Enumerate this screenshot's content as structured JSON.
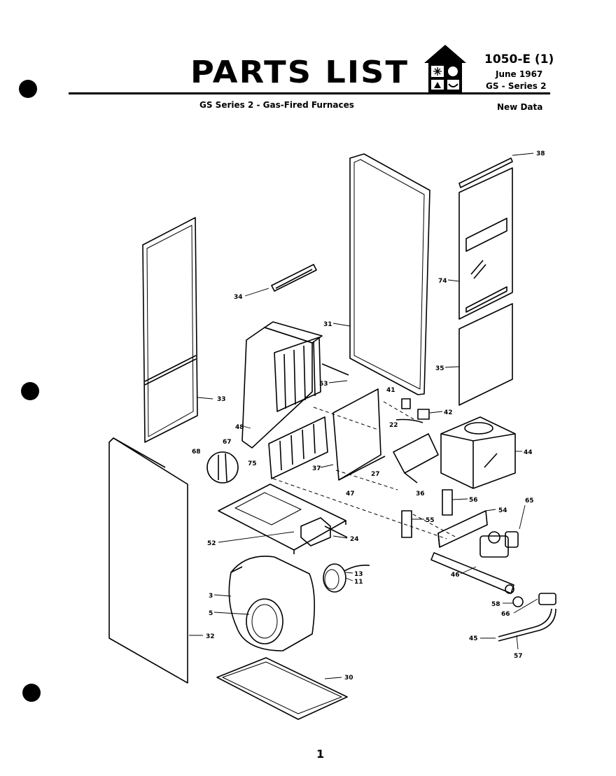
{
  "header": {
    "title": "PARTS LIST",
    "doc_number": "1050-E (1)",
    "date": "June 1967",
    "series": "GS - Series 2",
    "subtitle": "GS Series 2 - Gas-Fired Furnaces",
    "status": "New Data"
  },
  "page_number": "1",
  "callouts": {
    "c38": "38",
    "c34": "34",
    "c31": "31",
    "c74": "74",
    "c35": "35",
    "c33": "33",
    "c53": "53",
    "c41": "41",
    "c42": "42",
    "c22": "22",
    "c48": "48",
    "c68": "68",
    "c67": "67",
    "c75": "75",
    "c37": "37",
    "c47": "47",
    "c27": "27",
    "c36": "36",
    "c44": "44",
    "c56": "56",
    "c54": "54",
    "c65": "65",
    "c55": "55",
    "c52": "52",
    "c24": "24",
    "c46": "46",
    "c13": "13",
    "c11": "11",
    "c3": "3",
    "c5": "5",
    "c58": "58",
    "c66": "66",
    "c32": "32",
    "c45": "45",
    "c57": "57",
    "c30": "30"
  }
}
